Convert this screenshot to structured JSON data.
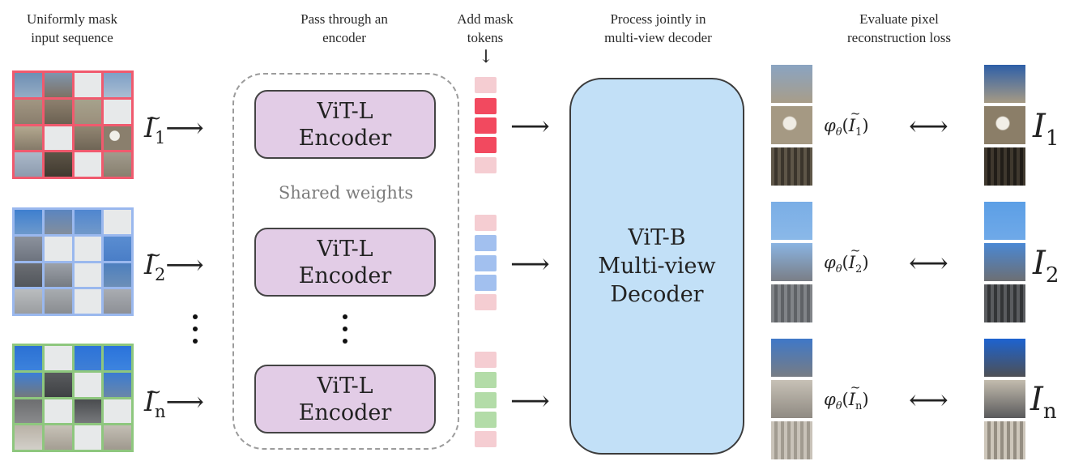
{
  "headers": {
    "mask": [
      "Uniformly mask",
      "input sequence"
    ],
    "encode": [
      "Pass through an",
      "encoder"
    ],
    "tokens": [
      "Add mask",
      "tokens"
    ],
    "decode": [
      "Process jointly in",
      "multi-view decoder"
    ],
    "loss": [
      "Evaluate pixel",
      "reconstruction loss"
    ]
  },
  "encoder": {
    "line1": "ViT-L",
    "line2": "Encoder"
  },
  "shared_label": "Shared weights",
  "decoder": {
    "line1": "ViT-B",
    "line2": "Multi-view",
    "line3": "Decoder"
  },
  "inputs": [
    {
      "sym": "I",
      "sub": "1"
    },
    {
      "sym": "I",
      "sub": "2"
    },
    {
      "sym": "I",
      "sub": "n"
    }
  ],
  "predictions": [
    {
      "fn": "φ",
      "param": "θ",
      "sym": "I",
      "sub": "1"
    },
    {
      "fn": "φ",
      "param": "θ",
      "sym": "I",
      "sub": "2"
    },
    {
      "fn": "φ",
      "param": "θ",
      "sym": "I",
      "sub": "n"
    }
  ],
  "targets": [
    {
      "sym": "I",
      "sub": "1"
    },
    {
      "sym": "I",
      "sub": "2"
    },
    {
      "sym": "I",
      "sub": "n"
    }
  ],
  "glyphs": {
    "arrow_right": "⟶",
    "arrow_both": "⟷",
    "arrow_down": "↓",
    "tilde": "~"
  },
  "colors": {
    "view1_grid": "#f05a6e",
    "view1_token": "#f2495f",
    "view1_token_light": "#f5cdd2",
    "view2_grid": "#9ab8ee",
    "view2_token": "#a2c0ef",
    "viewn_grid": "#8ec77e",
    "viewn_token": "#b3dca8",
    "encoder_fill": "#e2cce6",
    "decoder_fill": "#c2e0f7"
  }
}
